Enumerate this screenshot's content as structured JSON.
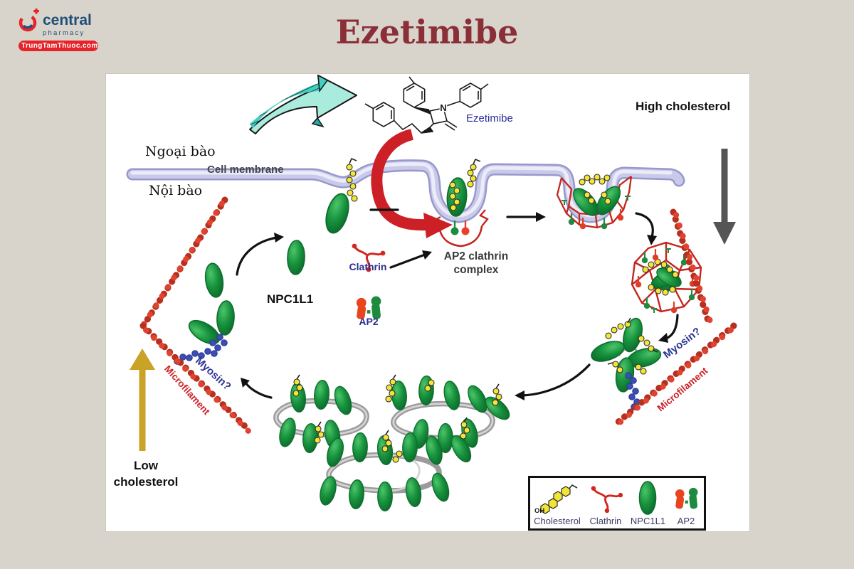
{
  "logo": {
    "brand": "central",
    "sub": "pharmacy",
    "badge": "TrungTamThuoc.com"
  },
  "title": "Ezetimibe",
  "figure": {
    "extracellular_label": "Ngoại bào",
    "membrane_label": "Cell membrane",
    "intracellular_label": "Nội bào",
    "ezetimibe_label": "Ezetimibe",
    "structure_n": "N",
    "high_cholesterol_label": "High cholesterol",
    "low_line1": "Low",
    "low_line2": "cholesterol",
    "npc1l1_label": "NPC1L1",
    "clathrin_label": "Clathrin",
    "ap2_label": "AP2",
    "ap2_complex_line1": "AP2 clathrin",
    "ap2_complex_line2": "complex",
    "myosin_left_label": "Myosin?",
    "microfilament_left_label": "Microfilament",
    "myosin_right_label": "Myosin?",
    "microfilament_right_label": "Microfilament"
  },
  "legend": {
    "items": [
      {
        "name": "cholesterol",
        "label": "Cholesterol",
        "extra": "OH"
      },
      {
        "name": "clathrin",
        "label": "Clathrin"
      },
      {
        "name": "npc1l1",
        "label": "NPC1L1"
      },
      {
        "name": "ap2",
        "label": "AP2"
      }
    ]
  },
  "colors": {
    "accent_maroon": "#8a2f38",
    "membrane_lavender": "#9898cc",
    "npc1l1_green": "#1f9a43",
    "cholesterol_yellow": "#f3e535",
    "clathrin_red": "#cf2127",
    "ap2_orange": "#e8451f",
    "ap2_green": "#1d8a3e",
    "myosin_blue": "#3b4db7",
    "microfilament_red": "#b5301f",
    "teal_arrow": "#a9ebdd",
    "gold_arrow": "#c9a227",
    "gray_arrow": "#555555",
    "logo_red": "#e62329",
    "logo_blue": "#1f4e79"
  }
}
